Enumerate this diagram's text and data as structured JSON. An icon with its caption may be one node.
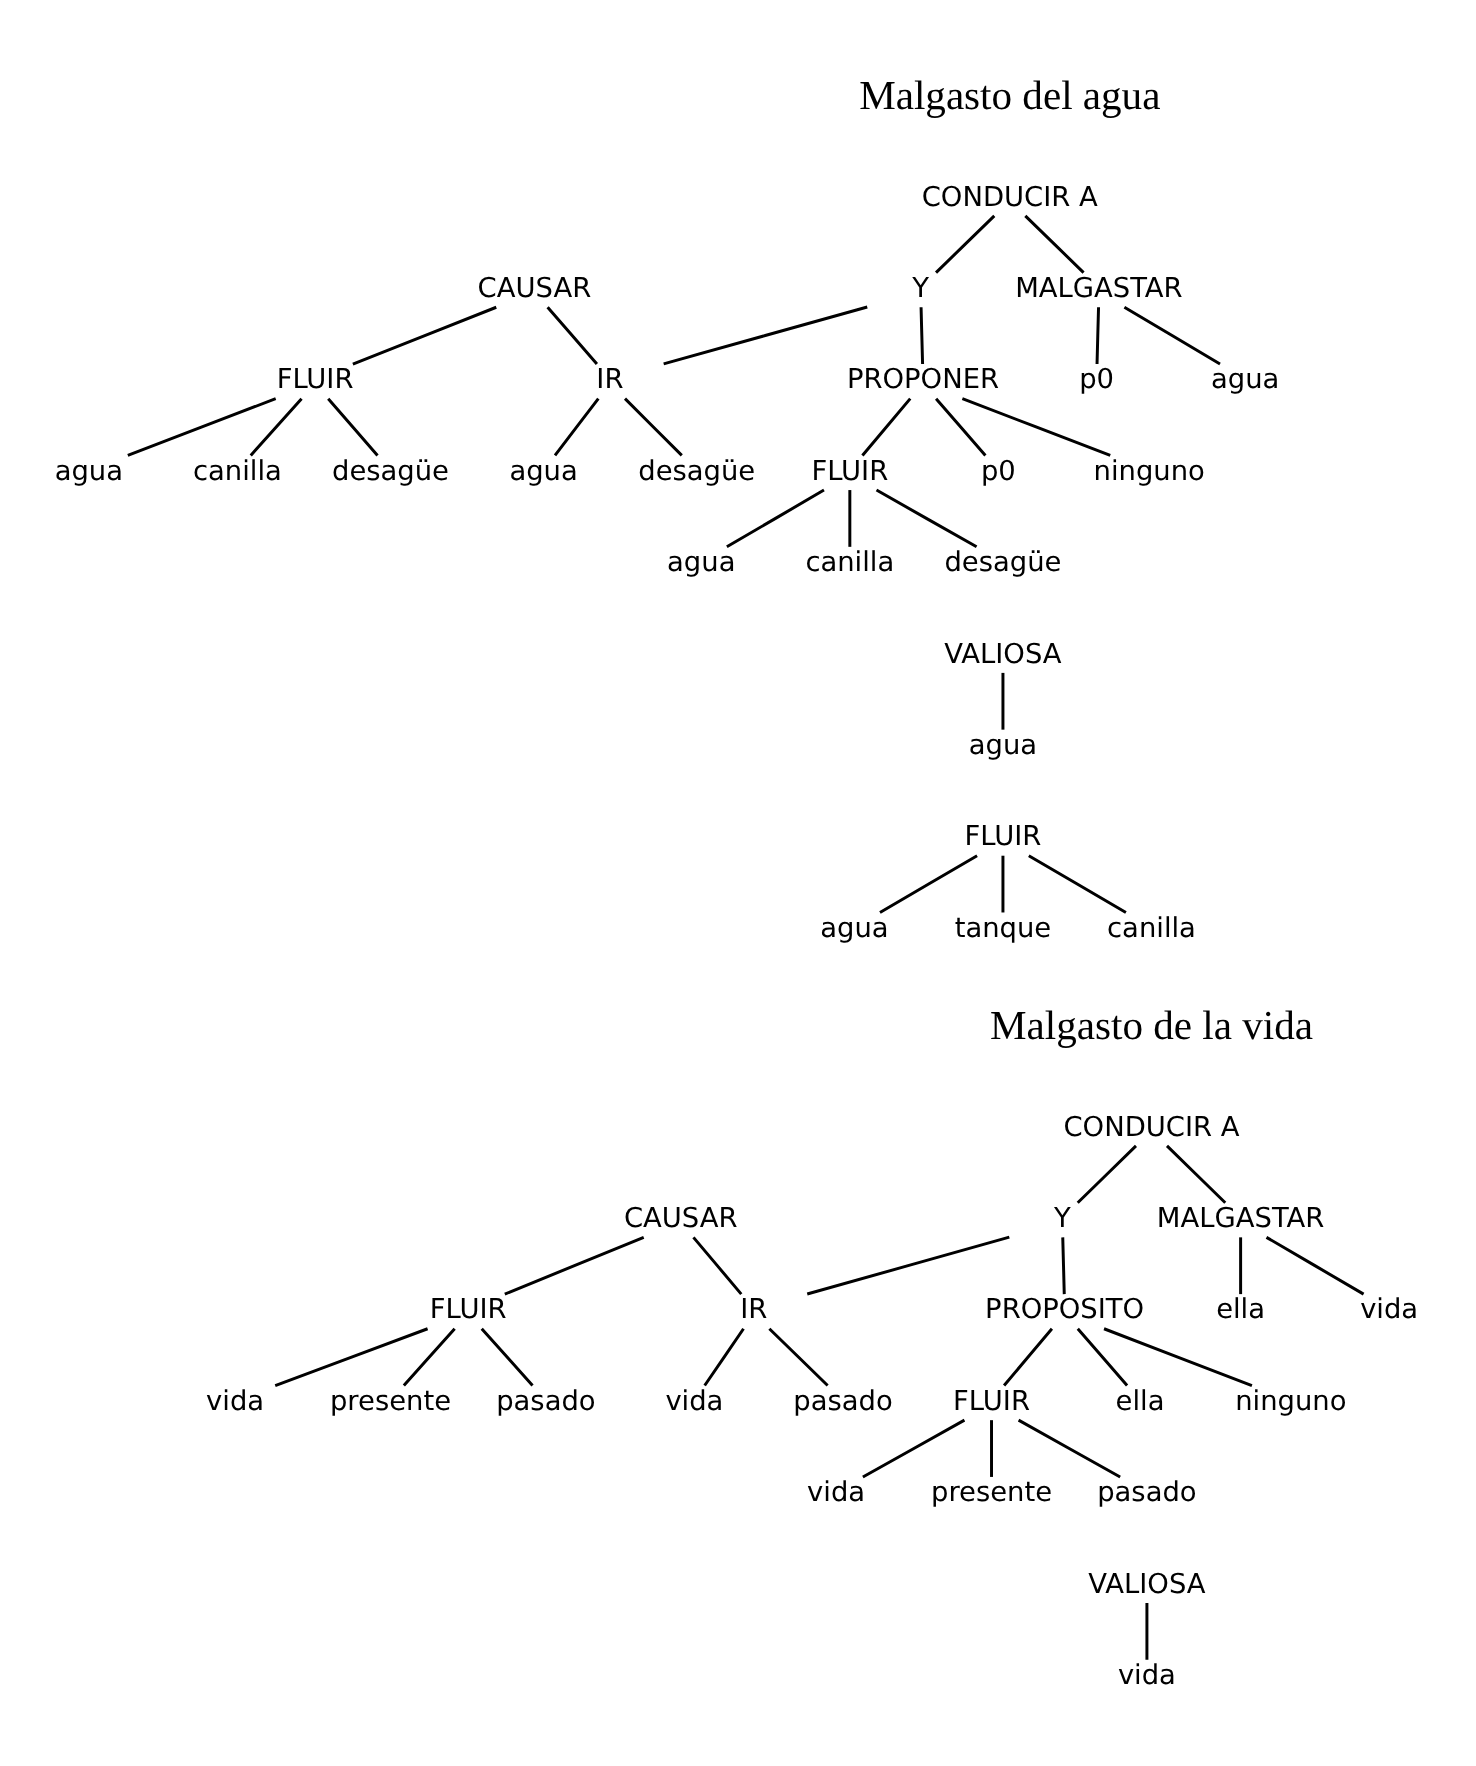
{
  "diagram": {
    "nodes": [
      {
        "text": [
          "CONDUCIR A"
        ]
      },
      {
        "text": [
          "CAUSAR"
        ]
      },
      {
        "text": [
          "Y"
        ]
      },
      {
        "text": [
          "MALGASTAR"
        ]
      },
      {
        "text": [
          "FLUIR"
        ]
      },
      {
        "text": [
          "IR"
        ]
      },
      {
        "text": [
          "PROPONER"
        ]
      },
      {
        "text": [
          "p0"
        ]
      },
      {
        "text": [
          "agua"
        ]
      },
      {
        "text": [
          "agua"
        ]
      },
      {
        "text": [
          "canilla"
        ]
      },
      {
        "text": [
          "desagüe"
        ]
      },
      {
        "text": [
          "agua"
        ]
      },
      {
        "text": [
          "desagüe"
        ]
      },
      {
        "text": [
          "FLUIR"
        ]
      },
      {
        "text": [
          "p0"
        ]
      },
      {
        "text": [
          "ninguno"
        ]
      },
      {
        "text": [
          "agua"
        ]
      },
      {
        "text": [
          "canilla"
        ]
      },
      {
        "text": [
          "desagüe"
        ]
      },
      {
        "text": [
          "VALIOSA"
        ]
      },
      {
        "text": [
          "agua"
        ]
      },
      {
        "text": [
          "FLUIR"
        ]
      },
      {
        "text": [
          "agua"
        ]
      },
      {
        "text": [
          "tanque"
        ]
      },
      {
        "text": [
          "canilla"
        ]
      },
      {
        "text": [
          "CONDUCIR A"
        ]
      },
      {
        "text": [
          "CAUSAR"
        ]
      },
      {
        "text": [
          "Y"
        ]
      },
      {
        "text": [
          "MALGASTAR"
        ]
      },
      {
        "text": [
          "FLUIR"
        ]
      },
      {
        "text": [
          "IR"
        ]
      },
      {
        "text": [
          "PROPOSITO"
        ]
      },
      {
        "text": [
          "ella"
        ]
      },
      {
        "text": [
          "vida"
        ]
      },
      {
        "text": [
          "vida"
        ]
      },
      {
        "text": [
          "presente"
        ]
      },
      {
        "text": [
          "pasado"
        ]
      },
      {
        "text": [
          "vida"
        ]
      },
      {
        "text": [
          "pasado"
        ]
      },
      {
        "text": [
          "FLUIR"
        ]
      },
      {
        "text": [
          "ella"
        ]
      },
      {
        "text": [
          "ninguno"
        ]
      },
      {
        "text": [
          "vida"
        ]
      },
      {
        "text": [
          "presente"
        ]
      },
      {
        "text": [
          "pasado"
        ]
      },
      {
        "text": [
          "VALIOSA"
        ]
      },
      {
        "text": [
          "vida"
        ]
      }
    ],
    "edges": [
      {
        "from": 0,
        "to": 2,
        "arrow": "none"
      },
      {
        "from": 0,
        "to": 3,
        "arrow": "none"
      },
      {
        "from": 1,
        "to": 4,
        "arrow": "none"
      },
      {
        "from": 1,
        "to": 5,
        "arrow": "none"
      },
      {
        "from": 2,
        "to": 5,
        "arrow": "none"
      },
      {
        "from": 2,
        "to": 6,
        "arrow": "none"
      },
      {
        "from": 3,
        "to": 7,
        "arrow": "none"
      },
      {
        "from": 3,
        "to": 8,
        "arrow": "none"
      },
      {
        "from": 4,
        "to": 9,
        "arrow": "none"
      },
      {
        "from": 4,
        "to": 10,
        "arrow": "none"
      },
      {
        "from": 4,
        "to": 11,
        "arrow": "none"
      },
      {
        "from": 5,
        "to": 12,
        "arrow": "none"
      },
      {
        "from": 5,
        "to": 13,
        "arrow": "none"
      },
      {
        "from": 6,
        "to": 14,
        "arrow": "none"
      },
      {
        "from": 6,
        "to": 15,
        "arrow": "none"
      },
      {
        "from": 6,
        "to": 16,
        "arrow": "none"
      },
      {
        "from": 14,
        "to": 17,
        "arrow": "none"
      },
      {
        "from": 14,
        "to": 18,
        "arrow": "none"
      },
      {
        "from": 14,
        "to": 19,
        "arrow": "none"
      },
      {
        "from": 20,
        "to": 21,
        "arrow": "none"
      },
      {
        "from": 22,
        "to": 23,
        "arrow": "none"
      },
      {
        "from": 22,
        "to": 24,
        "arrow": "none"
      },
      {
        "from": 22,
        "to": 25,
        "arrow": "none"
      },
      {
        "from": 26,
        "to": 28,
        "arrow": "none"
      },
      {
        "from": 26,
        "to": 29,
        "arrow": "none"
      },
      {
        "from": 27,
        "to": 30,
        "arrow": "none"
      },
      {
        "from": 27,
        "to": 31,
        "arrow": "none"
      },
      {
        "from": 28,
        "to": 31,
        "arrow": "none"
      },
      {
        "from": 28,
        "to": 32,
        "arrow": "none"
      },
      {
        "from": 29,
        "to": 33,
        "arrow": "none"
      },
      {
        "from": 29,
        "to": 34,
        "arrow": "none"
      },
      {
        "from": 30,
        "to": 35,
        "arrow": "none"
      },
      {
        "from": 30,
        "to": 36,
        "arrow": "none"
      },
      {
        "from": 30,
        "to": 37,
        "arrow": "none"
      },
      {
        "from": 31,
        "to": 38,
        "arrow": "none"
      },
      {
        "from": 31,
        "to": 39,
        "arrow": "none"
      },
      {
        "from": 32,
        "to": 40,
        "arrow": "none"
      },
      {
        "from": 32,
        "to": 41,
        "arrow": "none"
      },
      {
        "from": 32,
        "to": 42,
        "arrow": "none"
      },
      {
        "from": 40,
        "to": 43,
        "arrow": "none"
      },
      {
        "from": 40,
        "to": 44,
        "arrow": "none"
      },
      {
        "from": 40,
        "to": 45,
        "arrow": "none"
      },
      {
        "from": 46,
        "to": 47,
        "arrow": "none"
      }
    ],
    "labels": [
      "Malgasto del agua",
      "Malgasto de la vida"
    ]
  }
}
